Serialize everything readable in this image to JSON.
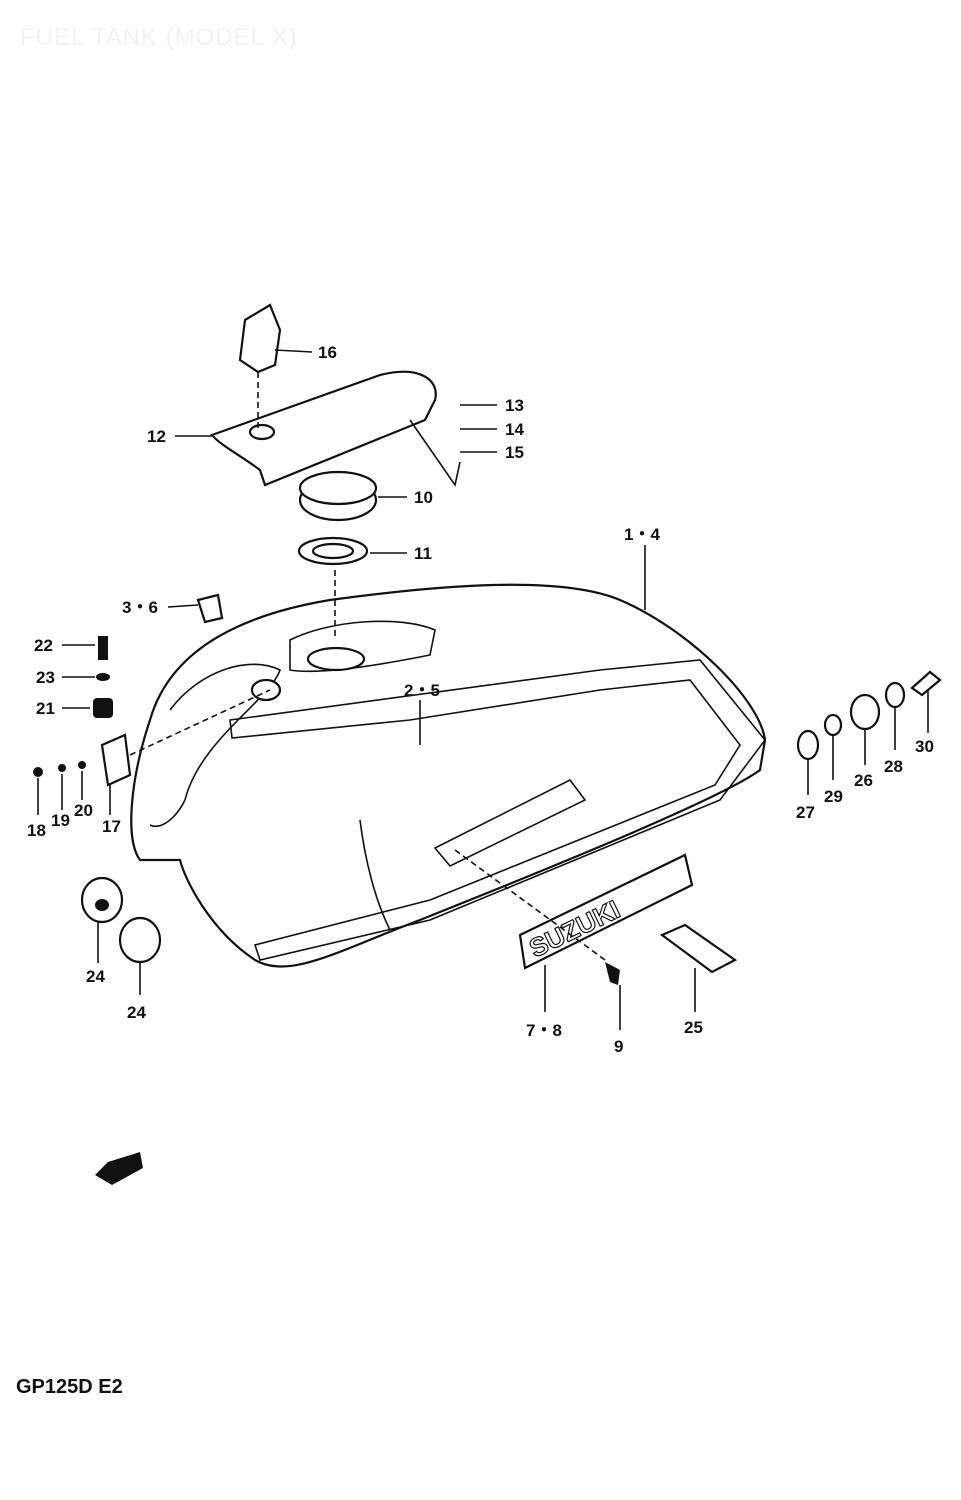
{
  "title": "FUEL TANK (MODEL X)",
  "model_code": "GP125D E2",
  "callouts": {
    "p16": "16",
    "p13": "13",
    "p14": "14",
    "p15": "15",
    "p12": "12",
    "p10": "10",
    "p11": "11",
    "p1_4": "1・4",
    "p3_6": "3・6",
    "p22": "22",
    "p23": "23",
    "p21": "21",
    "p2_5": "2・5",
    "p18": "18",
    "p19": "19",
    "p20": "20",
    "p17": "17",
    "p24a": "24",
    "p24b": "24",
    "p27": "27",
    "p29": "29",
    "p26": "26",
    "p28": "28",
    "p30": "30",
    "p7_8": "7・8",
    "p9": "9",
    "p25": "25"
  },
  "emblem_text": "SUZUKI"
}
